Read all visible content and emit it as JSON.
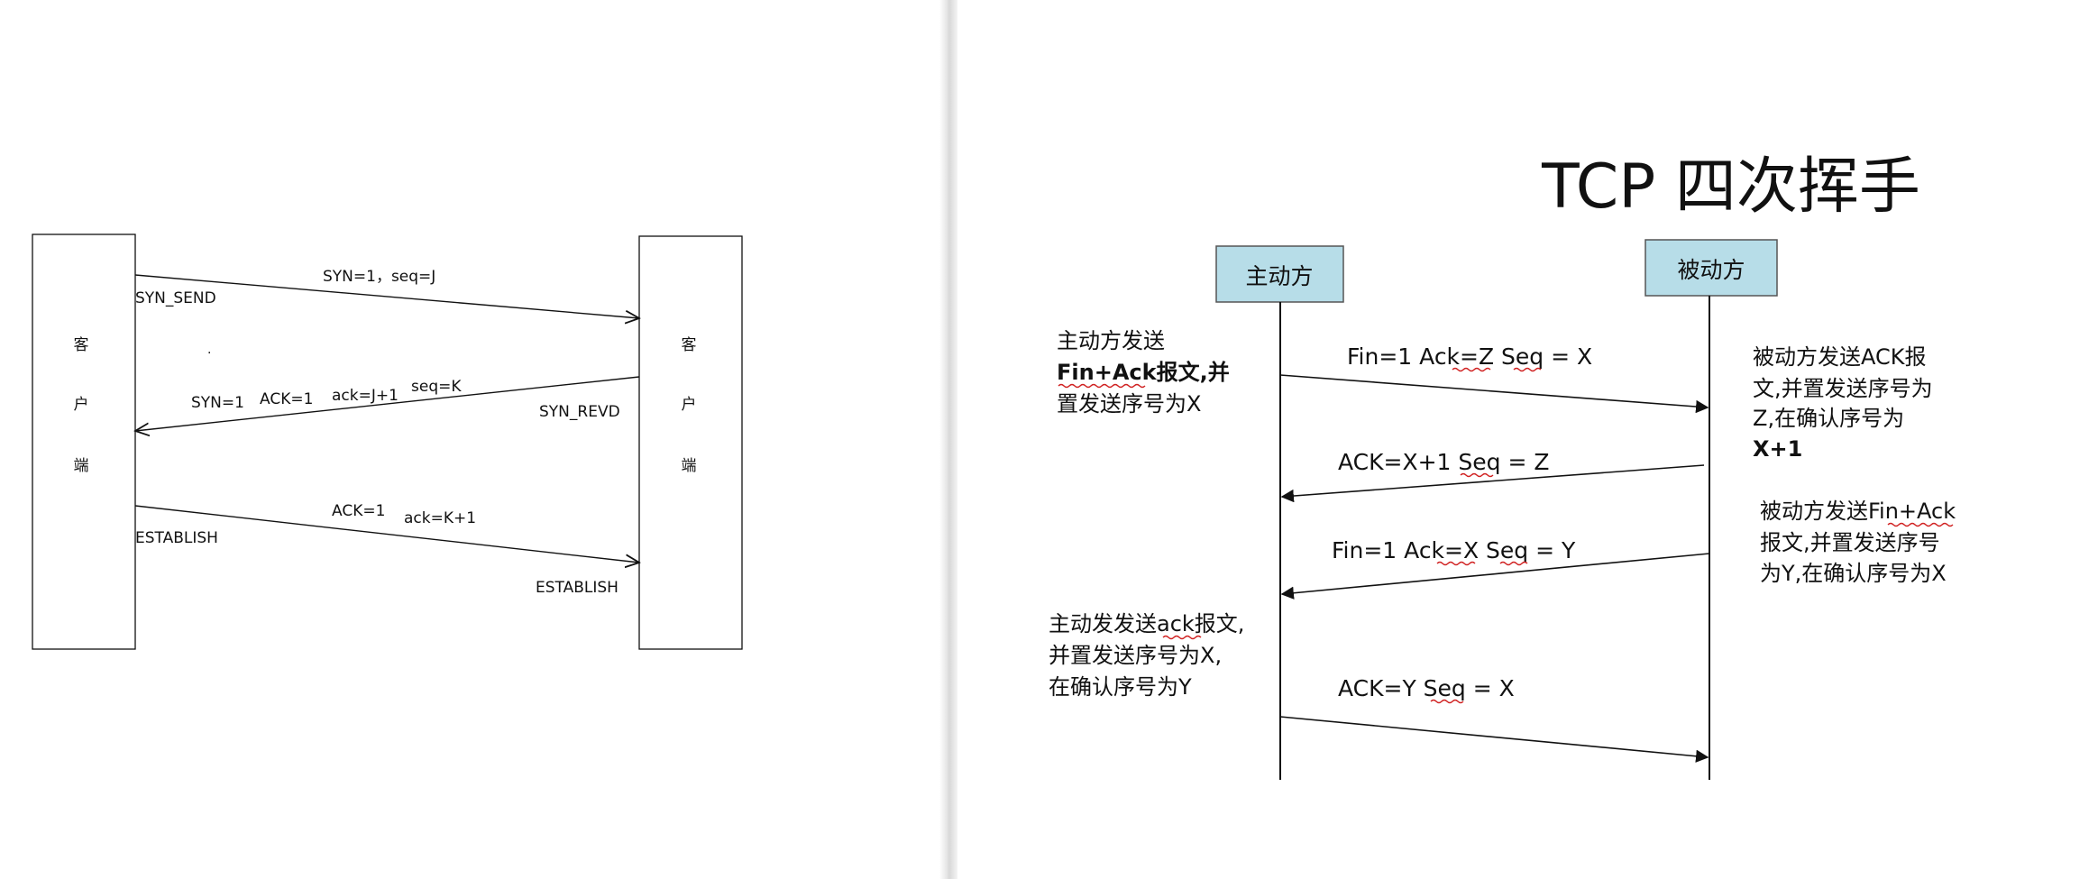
{
  "handshake": {
    "client_box": {
      "label": [
        "客",
        "户",
        "端"
      ]
    },
    "server_box": {
      "label": [
        "客",
        "户",
        "端"
      ]
    },
    "states": {
      "client_1": "SYN_SEND",
      "server_1": "SYN_REVD",
      "client_2": "ESTABLISH",
      "server_2": "ESTABLISH"
    },
    "messages": [
      {
        "parts": [
          "SYN=1，seq=J"
        ]
      },
      {
        "parts": [
          "SYN=1",
          "ACK=1",
          "ack=J+1",
          "seq=K"
        ]
      },
      {
        "parts": [
          "ACK=1",
          "ack=K+1"
        ]
      }
    ],
    "stray_dot": "."
  },
  "wave": {
    "title": "TCP 四次挥手",
    "active_label": "主动方",
    "passive_label": "被动方",
    "box_color": "#b7dde8",
    "messages": [
      {
        "label": "Fin=1 Ack=Z Seq = X"
      },
      {
        "label": "ACK=X+1 Seq = Z"
      },
      {
        "label": "Fin=1 Ack=X Seq = Y"
      },
      {
        "label": "ACK=Y Seq = X"
      }
    ],
    "notes": {
      "left_1": [
        "主动方发送",
        "Fin+Ack报文,并",
        "置发送序号为X"
      ],
      "left_2": [
        "主动发发送ack报文,",
        "并置发送序号为X,",
        "在确认序号为Y"
      ],
      "right_1": [
        "被动方发送ACK报",
        "文,并置发送序号为",
        "Z,在确认序号为",
        "X+1"
      ],
      "right_2": [
        "被动方发送Fin+Ack",
        "报文,并置发送序号",
        "为Y,在确认序号为X"
      ]
    }
  }
}
